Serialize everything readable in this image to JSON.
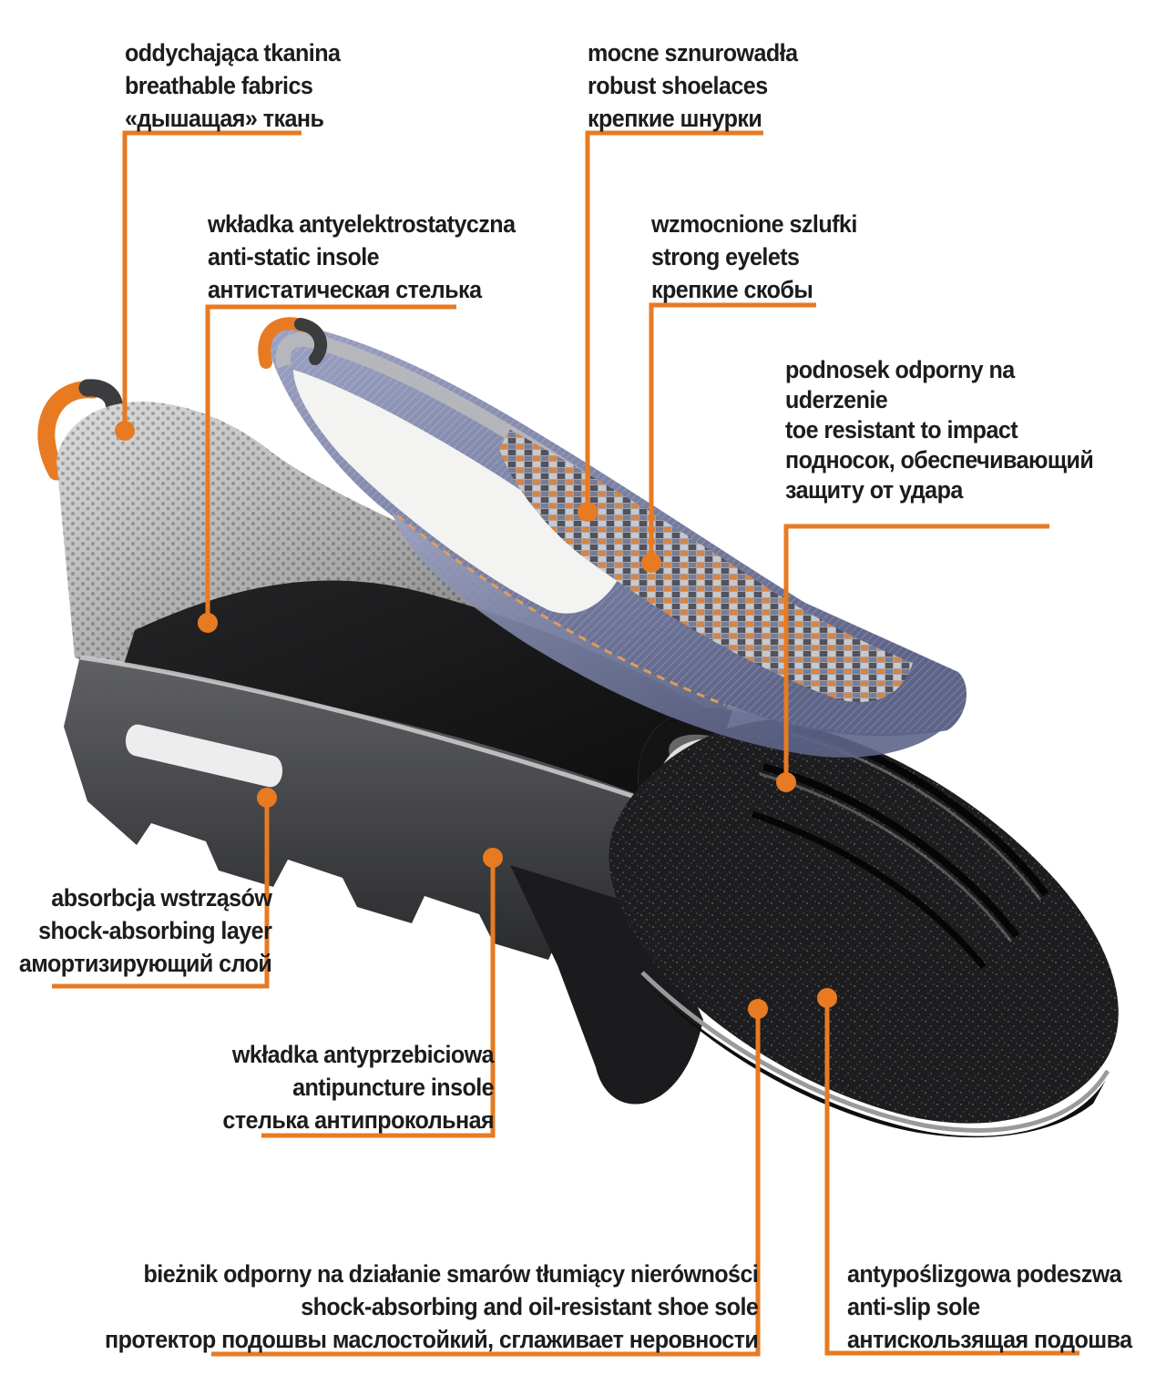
{
  "diagram": {
    "accent_color": "#e87a22",
    "text_color": "#1c1c1c",
    "labels": {
      "breathable_fabric": {
        "lines": [
          "oddychająca tkanina",
          "breathable fabrics",
          "«дышащая» ткань"
        ]
      },
      "shoelaces": {
        "lines": [
          "mocne sznurowadła",
          "robust shoelaces",
          "крепкие шнурки"
        ]
      },
      "antistatic_insole": {
        "lines": [
          "wkładka antyelektrostatyczna",
          "anti-static insole",
          "антистатическая стелька"
        ]
      },
      "eyelets": {
        "lines": [
          "wzmocnione szlufki",
          "strong eyelets",
          "крепкие скобы"
        ]
      },
      "toe_cap": {
        "lines": [
          "podnosek odporny na",
          "uderzenie",
          "toe resistant to impact",
          "подносок, обеспечивающий",
          "защиту от удара"
        ]
      },
      "shock_absorbing_layer": {
        "lines": [
          "absorbcja wstrząsów",
          "shock-absorbing layer",
          "амортизирующий слой"
        ]
      },
      "antipuncture_insole": {
        "lines": [
          "wkładka antyprzebiciowa",
          "antipuncture insole",
          "стелька антипрокольная"
        ]
      },
      "oil_resistant_sole": {
        "lines": [
          "bieżnik odporny na działanie smarów tłumiący nierówności",
          "shock-absorbing and oil-resistant shoe sole",
          "протектор подошвы маслостойкий, сглаживает неровности"
        ]
      },
      "antislip_sole": {
        "lines": [
          "antypoślizgowa podeszwa",
          "anti-slip sole",
          "антискользящая подошва"
        ]
      }
    }
  }
}
